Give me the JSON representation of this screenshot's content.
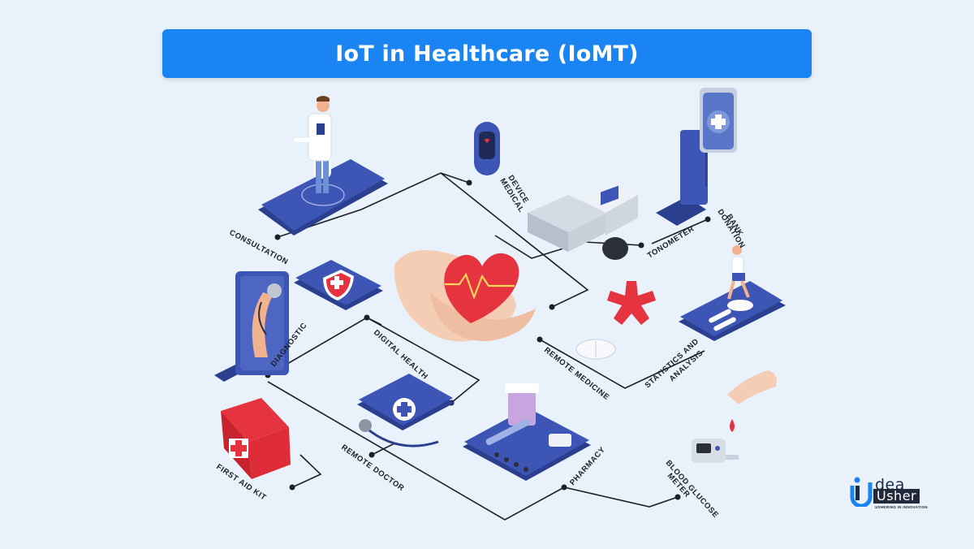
{
  "title": "IoT in Healthcare (IoMT)",
  "labels": {
    "consultation": "CONSULTATION",
    "medical_device_1": "MEDICAL",
    "medical_device_2": "DEVICE",
    "donation_bank_1": "DONATION",
    "donation_bank_2": "BANK",
    "tonometer": "TONOMETER",
    "diagnostic": "DIAGNOSTIC",
    "digital_health": "DIGITAL HEALTH",
    "remote_medicine": "REMOTE MEDICINE",
    "statistics_1": "STATISTICS AND",
    "statistics_2": "ANALYSIS",
    "first_aid_kit": "FIRST AID KIT",
    "remote_doctor": "REMOTE DOCTOR",
    "pharmacy": "PHARMACY",
    "blood_glucose_1": "BLOOD GLUCOSE",
    "blood_glucose_2": "METER"
  },
  "logo": {
    "word1": "dea",
    "word2": "Usher",
    "tagline": "USHERING IN INNOVATION"
  },
  "colors": {
    "title_bg": "#1a84f2",
    "background": "#e9f1fb",
    "device_blue": "#3d55b5",
    "heart_red": "#e5333f",
    "line": "#1b1f2a"
  }
}
